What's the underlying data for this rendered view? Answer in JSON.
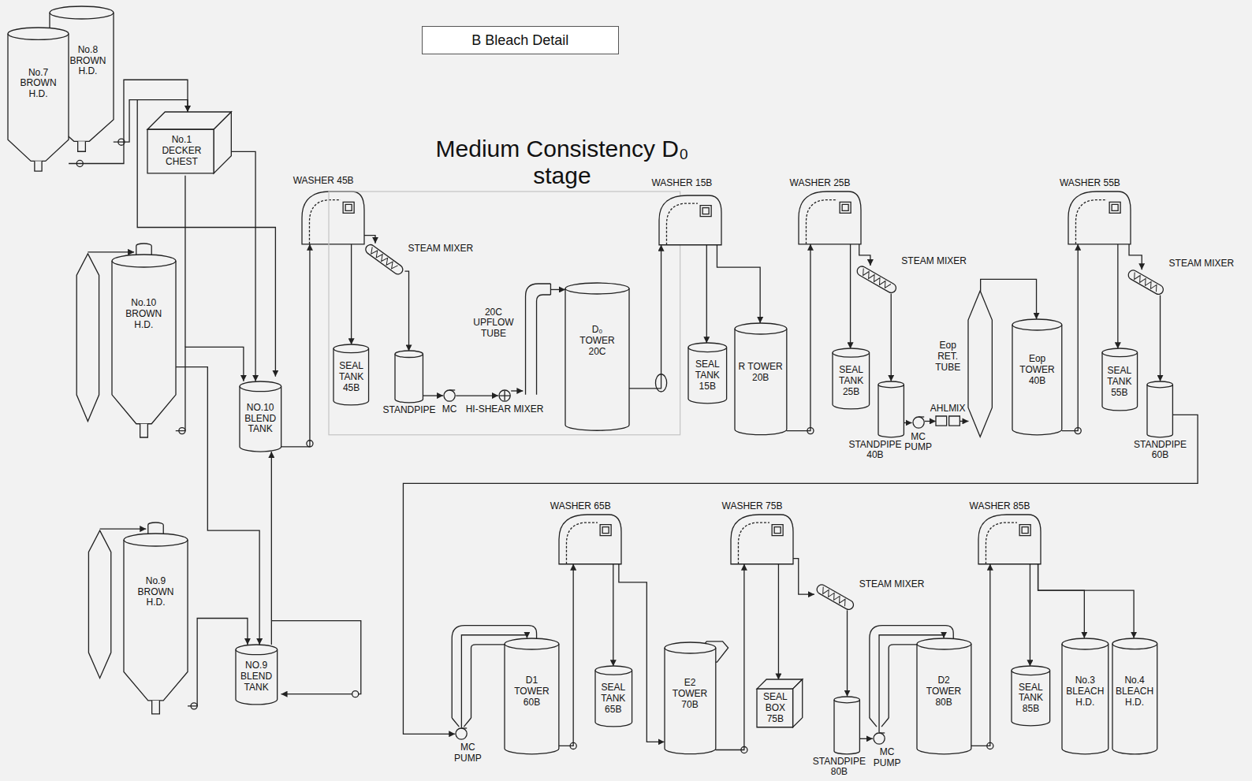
{
  "diagram": {
    "title": "B Bleach Detail",
    "nodes": [
      {
        "text": [
          "No.7 BROWN H.D."
        ]
      },
      {
        "text": [
          "No.8 BROWN H.D."
        ]
      },
      {
        "text": [
          "No.1 DECKER CHEST"
        ]
      },
      {
        "text": [
          "No.10 BROWN H.D."
        ]
      },
      {
        "text": [
          "NO.10 BLEND TANK"
        ]
      },
      {
        "text": [
          "No.9 BROWN H.D."
        ]
      },
      {
        "text": [
          "NO.9 BLEND TANK"
        ]
      },
      {
        "text": [
          "WASHER 45B"
        ]
      },
      {
        "text": [
          "SEAL TANK 45B"
        ]
      },
      {
        "text": [
          "Medium Consistency D₀ stage"
        ]
      },
      {
        "text": [
          "STEAM MIXER"
        ],
        "in": 9
      },
      {
        "text": [
          "STANDPIPE"
        ],
        "in": 9
      },
      {
        "text": [
          "MC"
        ],
        "in": 9
      },
      {
        "text": [
          "HI-SHEAR MIXER"
        ],
        "in": 9
      },
      {
        "text": [
          "20C UPFLOW TUBE"
        ],
        "in": 9
      },
      {
        "text": [
          "D₀ TOWER 20C"
        ],
        "in": 9
      },
      {
        "text": [
          "WASHER 15B"
        ]
      },
      {
        "text": [
          "SEAL TANK 15B"
        ]
      },
      {
        "text": [
          "R TOWER 20B"
        ]
      },
      {
        "text": [
          "WASHER 25B"
        ]
      },
      {
        "text": [
          "STEAM MIXER"
        ]
      },
      {
        "text": [
          "SEAL TANK 25B"
        ]
      },
      {
        "text": [
          "STANDPIPE 40B"
        ]
      },
      {
        "text": [
          "MC PUMP"
        ]
      },
      {
        "text": [
          "AHLMIX"
        ]
      },
      {
        "text": [
          "Eop RET. TUBE"
        ]
      },
      {
        "text": [
          "Eop TOWER 40B"
        ]
      },
      {
        "text": [
          "WASHER 55B"
        ]
      },
      {
        "text": [
          "STEAM MIXER"
        ]
      },
      {
        "text": [
          "SEAL TANK 55B"
        ]
      },
      {
        "text": [
          "STANDPIPE 60B"
        ]
      },
      {
        "text": [
          "MC PUMP"
        ]
      },
      {
        "text": [
          "D1 TOWER 60B"
        ]
      },
      {
        "text": [
          "WASHER 65B"
        ]
      },
      {
        "text": [
          "SEAL TANK 65B"
        ]
      },
      {
        "text": [
          "E2 TOWER 70B"
        ]
      },
      {
        "text": [
          "WASHER 75B"
        ]
      },
      {
        "text": [
          "STEAM MIXER"
        ]
      },
      {
        "text": [
          "SEAL BOX 75B"
        ]
      },
      {
        "text": [
          "STANDPIPE 80B"
        ]
      },
      {
        "text": [
          "MC PUMP"
        ]
      },
      {
        "text": [
          "D2 TOWER 80B"
        ]
      },
      {
        "text": [
          "WASHER 85B"
        ]
      },
      {
        "text": [
          "SEAL TANK 85B"
        ]
      },
      {
        "text": [
          "No.3 BLEACH H.D."
        ]
      },
      {
        "text": [
          "No.4 BLEACH H.D."
        ]
      }
    ],
    "edges": [
      {
        "from": 0,
        "to": 2,
        "arrow": "to"
      },
      {
        "from": 1,
        "to": 2,
        "arrow": "to"
      },
      {
        "from": 2,
        "to": 4,
        "arrow": "to"
      },
      {
        "from": 3,
        "to": 4,
        "arrow": "to"
      },
      {
        "from": 6,
        "to": 4,
        "arrow": "to"
      },
      {
        "from": 5,
        "to": 6,
        "arrow": "to"
      },
      {
        "from": 3,
        "to": 6,
        "arrow": "to"
      },
      {
        "from": 4,
        "to": 7,
        "arrow": "to"
      },
      {
        "from": 7,
        "to": 8,
        "arrow": "to"
      },
      {
        "from": 7,
        "to": 10,
        "arrow": "to"
      },
      {
        "from": 10,
        "to": 11,
        "arrow": "to"
      },
      {
        "from": 11,
        "to": 12,
        "arrow": "to"
      },
      {
        "from": 12,
        "to": 13,
        "arrow": "to"
      },
      {
        "from": 13,
        "to": 14,
        "arrow": "to"
      },
      {
        "from": 14,
        "to": 15,
        "arrow": "to"
      },
      {
        "from": 15,
        "to": 16,
        "arrow": "to"
      },
      {
        "from": 16,
        "to": 17,
        "arrow": "to"
      },
      {
        "from": 16,
        "to": 18,
        "arrow": "to"
      },
      {
        "from": 18,
        "to": 19,
        "arrow": "to"
      },
      {
        "from": 19,
        "to": 21,
        "arrow": "to"
      },
      {
        "from": 19,
        "to": 20,
        "arrow": "to"
      },
      {
        "from": 20,
        "to": 22,
        "arrow": "to"
      },
      {
        "from": 22,
        "to": 23,
        "arrow": "to"
      },
      {
        "from": 23,
        "to": 24,
        "arrow": "to"
      },
      {
        "from": 24,
        "to": 25,
        "arrow": "to"
      },
      {
        "from": 25,
        "to": 26,
        "arrow": "to"
      },
      {
        "from": 26,
        "to": 27,
        "arrow": "to"
      },
      {
        "from": 27,
        "to": 29,
        "arrow": "to"
      },
      {
        "from": 27,
        "to": 28,
        "arrow": "to"
      },
      {
        "from": 28,
        "to": 30,
        "arrow": "to"
      },
      {
        "from": 30,
        "to": 31,
        "arrow": "to"
      },
      {
        "from": 31,
        "to": 32,
        "arrow": "to"
      },
      {
        "from": 32,
        "to": 33,
        "arrow": "to"
      },
      {
        "from": 33,
        "to": 34,
        "arrow": "to"
      },
      {
        "from": 33,
        "to": 35,
        "arrow": "to"
      },
      {
        "from": 35,
        "to": 36,
        "arrow": "to"
      },
      {
        "from": 36,
        "to": 38,
        "arrow": "to"
      },
      {
        "from": 36,
        "to": 37,
        "arrow": "to"
      },
      {
        "from": 37,
        "to": 39,
        "arrow": "to"
      },
      {
        "from": 39,
        "to": 40,
        "arrow": "to"
      },
      {
        "from": 40,
        "to": 41,
        "arrow": "to"
      },
      {
        "from": 41,
        "to": 42,
        "arrow": "to"
      },
      {
        "from": 42,
        "to": 43,
        "arrow": "to"
      },
      {
        "from": 42,
        "to": 44,
        "arrow": "to"
      },
      {
        "from": 42,
        "to": 45,
        "arrow": "to"
      }
    ]
  }
}
